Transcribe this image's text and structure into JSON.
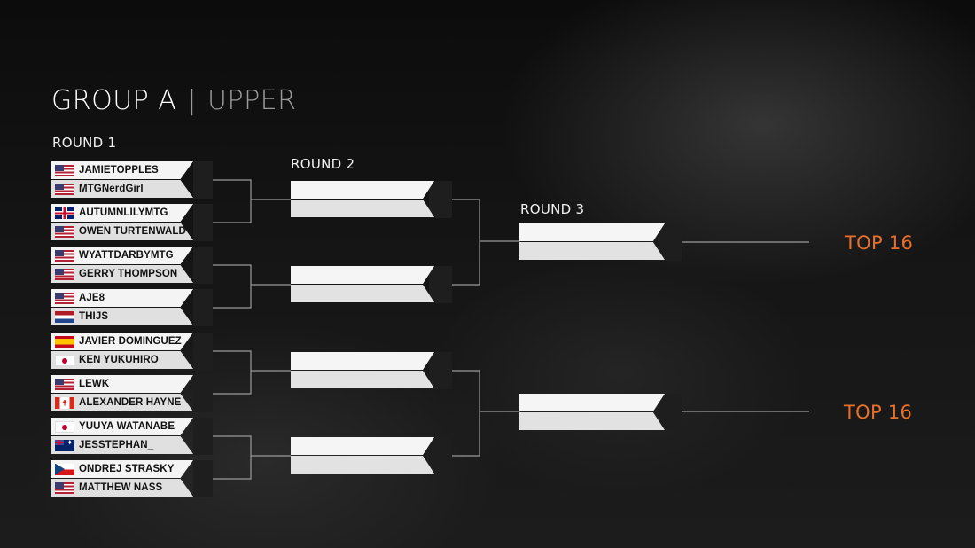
{
  "header": {
    "group": "GROUP A",
    "separator": "|",
    "bracket": "UPPER"
  },
  "rounds": {
    "r1": "ROUND 1",
    "r2": "ROUND 2",
    "r3": "ROUND 3"
  },
  "round1": [
    {
      "p1": {
        "name": "JAMIETOPPLES",
        "flag": "us"
      },
      "p2": {
        "name": "MTGNerdGirl",
        "flag": "us"
      }
    },
    {
      "p1": {
        "name": "AUTUMNLILYMTG",
        "flag": "uk"
      },
      "p2": {
        "name": "OWEN TURTENWALD",
        "flag": "us"
      }
    },
    {
      "p1": {
        "name": "WYATTDARBYMTG",
        "flag": "us"
      },
      "p2": {
        "name": "GERRY THOMPSON",
        "flag": "us"
      }
    },
    {
      "p1": {
        "name": "AJE8",
        "flag": "us"
      },
      "p2": {
        "name": "THIJS",
        "flag": "nl"
      }
    },
    {
      "p1": {
        "name": "JAVIER DOMINGUEZ",
        "flag": "es"
      },
      "p2": {
        "name": "KEN YUKUHIRO",
        "flag": "jp"
      }
    },
    {
      "p1": {
        "name": "LEWK",
        "flag": "us"
      },
      "p2": {
        "name": "ALEXANDER HAYNE",
        "flag": "ca"
      }
    },
    {
      "p1": {
        "name": "YUUYA WATANABE",
        "flag": "jp"
      },
      "p2": {
        "name": "JESSTEPHAN_",
        "flag": "au"
      }
    },
    {
      "p1": {
        "name": "ONDREJ STRASKY",
        "flag": "cz"
      },
      "p2": {
        "name": "MATTHEW NASS",
        "flag": "us"
      }
    }
  ],
  "results": {
    "top16_a": "TOP 16",
    "top16_b": "TOP 16"
  },
  "colors": {
    "accent": "#e8702a"
  }
}
